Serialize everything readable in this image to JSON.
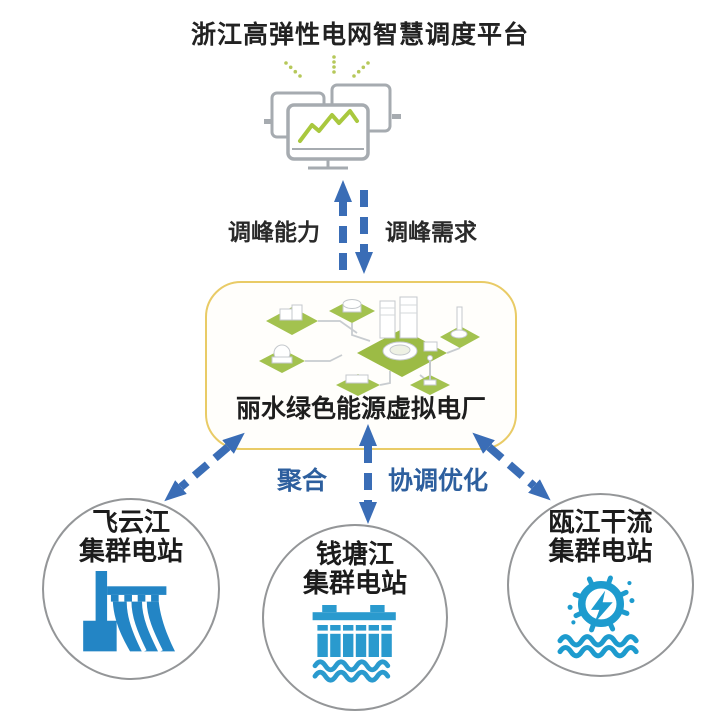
{
  "diagram_title": "浙江高弹性电网智慧调度平台",
  "platform_node": {
    "icon": "monitors-line-chart-icon"
  },
  "exchange": {
    "up_label": "调峰能力",
    "down_label": "调峰需求"
  },
  "vpp_node": {
    "label": "丽水绿色能源虚拟电厂",
    "illustration": "isometric-green-city-map"
  },
  "aggregation": {
    "left_label": "聚合",
    "right_label": "协调优化"
  },
  "stations": [
    {
      "name_line1": "飞云江",
      "name_line2": "集群电站",
      "icon": "hydropower-dam-icon"
    },
    {
      "name_line1": "钱塘江",
      "name_line2": "集群电站",
      "icon": "sluice-dam-water-icon"
    },
    {
      "name_line1": "瓯江干流",
      "name_line2": "集群电站",
      "icon": "turbine-lightning-water-icon"
    }
  ],
  "colors": {
    "arrow_blue": "#3a6db6",
    "aggregation_label_blue": "#2d5f9e",
    "vpp_border_yellow": "#e9cb66",
    "station_icon_blue": "#2190cc",
    "city_tile_green": "#a3c24f",
    "chart_line_green": "#a9c83e",
    "monitor_outline_gray": "#a6abb0",
    "circle_outline_gray": "#949698",
    "text_black": "#1c1c1c"
  }
}
